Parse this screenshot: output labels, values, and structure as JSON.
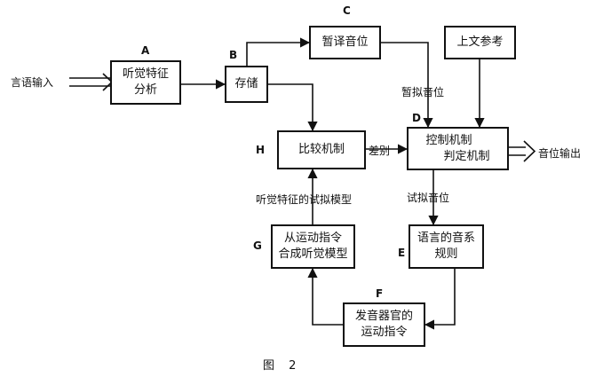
{
  "diagram": {
    "nodes": {
      "A": {
        "letter": "A",
        "lines": [
          "听觉特征",
          "分析"
        ]
      },
      "B": {
        "letter": "B",
        "lines": [
          "存储"
        ]
      },
      "C": {
        "letter": "C",
        "lines": [
          "暂译音位"
        ]
      },
      "context": {
        "lines": [
          "上文参考"
        ]
      },
      "D": {
        "letter": "D",
        "lines": [
          "控制机制",
          "判定机制"
        ]
      },
      "H": {
        "letter": "H",
        "lines": [
          "比较机制"
        ]
      },
      "G": {
        "letter": "G",
        "lines": [
          "从运动指令",
          "合成听觉模型"
        ]
      },
      "E": {
        "letter": "E",
        "lines": [
          "语言的音系",
          "规则"
        ]
      },
      "F": {
        "letter": "F",
        "lines": [
          "发音器官的",
          "运动指令"
        ]
      }
    },
    "edge_labels": {
      "input": "言语输入",
      "provisional": "暂拟音位",
      "difference": "差别",
      "output": "音位输出",
      "model": "听觉特征的试拟模型",
      "trial": "试拟音位"
    },
    "caption": "图 2"
  }
}
